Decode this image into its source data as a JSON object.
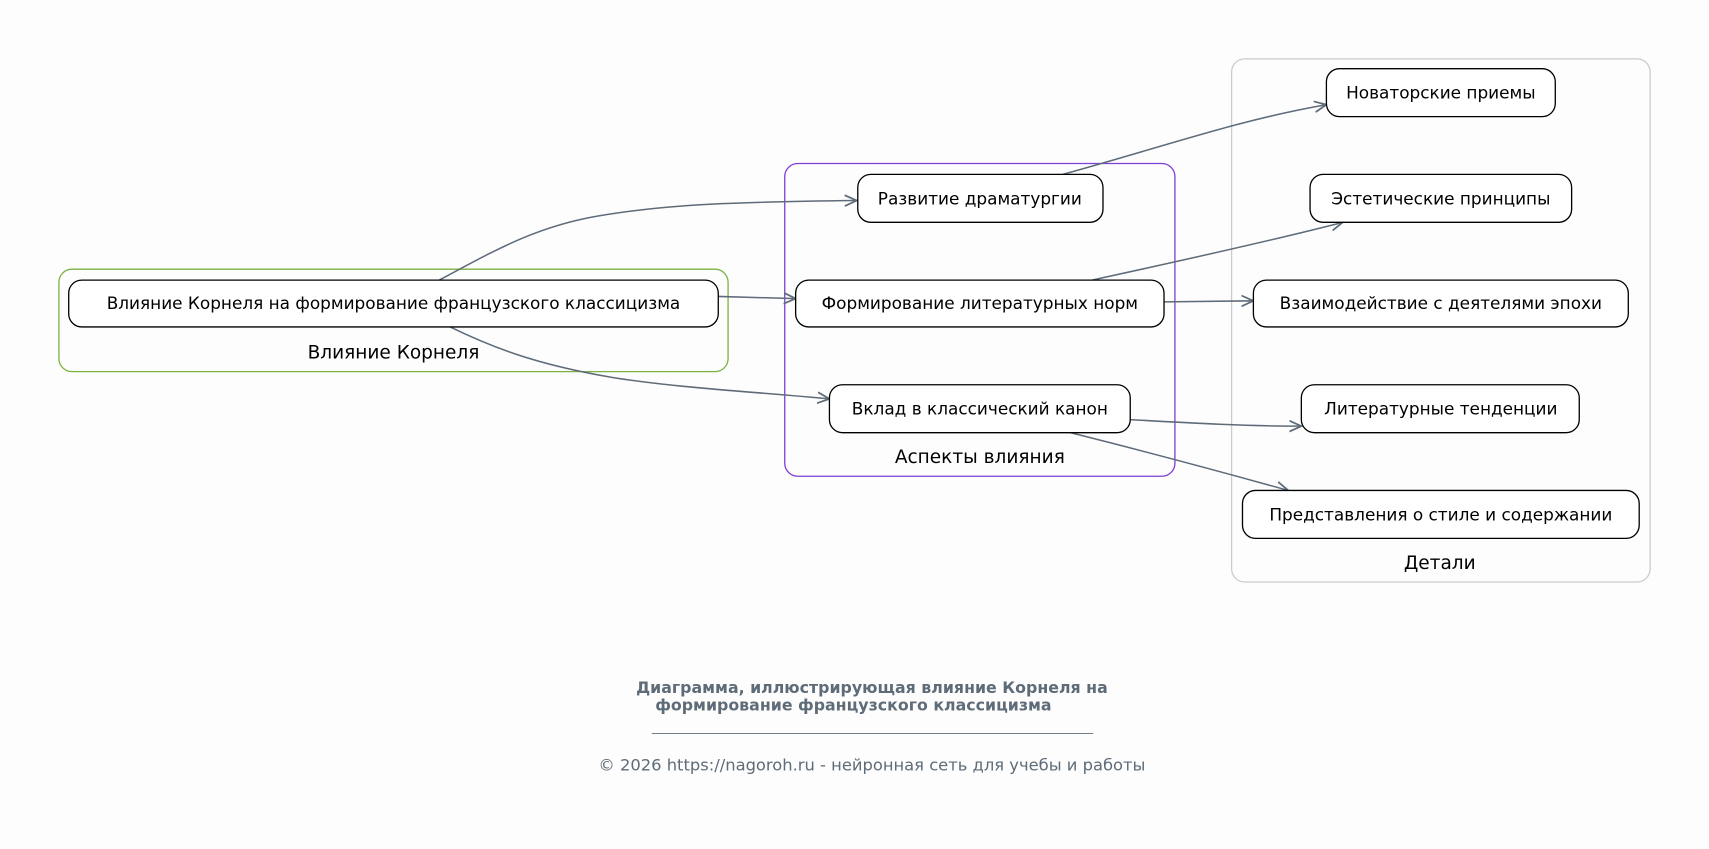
{
  "clusters": {
    "corneille": {
      "label": "Влияние Корнеля",
      "color": "#7cb342"
    },
    "aspects": {
      "label": "Аспекты влияния",
      "color": "#7e3fd6"
    },
    "details": {
      "label": "Детали",
      "color": "#cccccc"
    }
  },
  "nodes": {
    "main": "Влияние Корнеля на формирование французского классицизма",
    "drama": "Развитие драматургии",
    "norms": "Формирование литературных норм",
    "canon": "Вклад в классический канон",
    "innov": "Новаторские приемы",
    "aesth": "Эстетические принципы",
    "interact": "Взаимодействие с деятелями эпохи",
    "trends": "Литературные тенденции",
    "style": "Представления о стиле и содержании"
  },
  "edges": [
    [
      "main",
      "drama"
    ],
    [
      "main",
      "norms"
    ],
    [
      "main",
      "canon"
    ],
    [
      "drama",
      "innov"
    ],
    [
      "norms",
      "aesth"
    ],
    [
      "norms",
      "interact"
    ],
    [
      "canon",
      "trends"
    ],
    [
      "canon",
      "style"
    ]
  ],
  "edge_color": "#5e6b78",
  "caption": {
    "line1": "Диаграмма, иллюстрирующая влияние Корнеля на",
    "line2": "формирование французского классицизма",
    "copyright": "© 2026 https://nagoroh.ru - нейронная сеть для учебы и работы"
  }
}
